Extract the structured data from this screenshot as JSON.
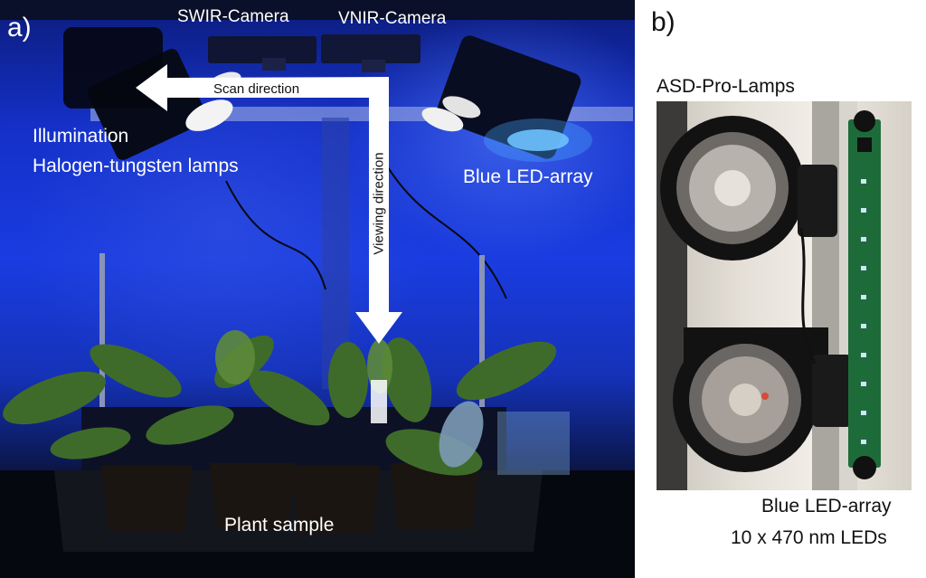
{
  "panel_a": {
    "label": "a)",
    "swir_camera": "SWIR-Camera",
    "vnir_camera": "VNIR-Camera",
    "scan_direction": "Scan direction",
    "illumination_line1": "Illumination",
    "illumination_line2": "Halogen-tungsten lamps",
    "blue_led_array": "Blue LED-array",
    "viewing_direction": "Viewing direction",
    "plant_sample": "Plant sample"
  },
  "panel_b": {
    "label": "b)",
    "asd_pro_lamps": "ASD-Pro-Lamps",
    "blue_led_array": "Blue LED-array",
    "led_spec": "10 x 470 nm LEDs"
  },
  "colors": {
    "arrow": "#ffffff",
    "led_board": "#1e6b3a",
    "led_glow": "#7fd0ff"
  }
}
